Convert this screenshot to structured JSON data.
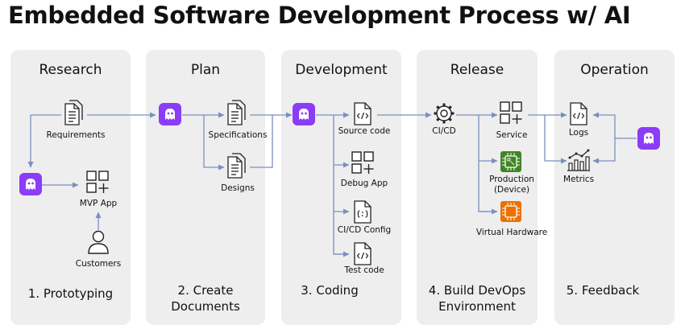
{
  "title": "Embedded Software Development Process w/ AI",
  "colors": {
    "panel": "#eeeeee",
    "ai_purple": "#8b3cf7",
    "arrow": "#7b8fbf",
    "chip_green": "#3f8624",
    "chip_orange": "#ed7100"
  },
  "phases": [
    {
      "name": "Research",
      "step": "1. Prototyping"
    },
    {
      "name": "Plan",
      "step": "2. Create Documents"
    },
    {
      "name": "Development",
      "step": "3. Coding"
    },
    {
      "name": "Release",
      "step": "4. Build DevOps Environment"
    },
    {
      "name": "Operation",
      "step": "5. Feedback"
    }
  ],
  "labels": {
    "requirements": "Requirements",
    "mvp_app": "MVP App",
    "customers": "Customers",
    "specifications": "Specifications",
    "designs": "Designs",
    "source_code": "Source code",
    "debug_app": "Debug App",
    "cicd_config": "CI/CD Config",
    "test_code": "Test code",
    "cicd": "CI/CD",
    "service": "Service",
    "production": "Production",
    "device": "(Device)",
    "virtual_hardware": "Virtual Hardware",
    "logs": "Logs",
    "metrics": "Metrics"
  },
  "icons": [
    "ai-assistant-icon",
    "document-icon",
    "code-file-icon",
    "config-file-icon",
    "apps-grid-icon",
    "user-icon",
    "gear-icon",
    "chip-icon",
    "chart-icon"
  ]
}
